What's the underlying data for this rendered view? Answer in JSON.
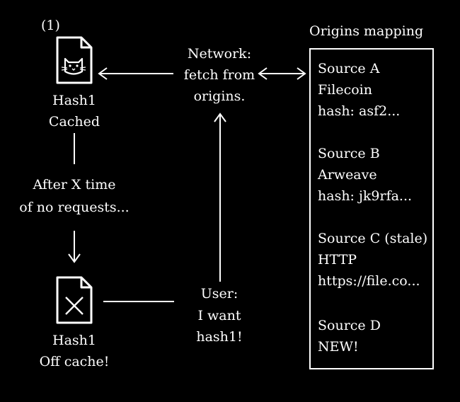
{
  "step_label": "(1)",
  "top_file": {
    "icon": "cat-file-icon",
    "name": "Hash1",
    "status": "Cached"
  },
  "transition": {
    "line1": "After X time",
    "line2": "of no requests..."
  },
  "bottom_file": {
    "icon": "x-file-icon",
    "name": "Hash1",
    "status": "Off cache!"
  },
  "network": {
    "line1": "Network:",
    "line2": "fetch from",
    "line3": "origins."
  },
  "user": {
    "line1": "User:",
    "line2": "I want",
    "line3": "hash1!"
  },
  "mapping": {
    "title": "Origins mapping",
    "sources": [
      {
        "name": "Source A",
        "type": "Filecoin",
        "detail": "hash: asf2..."
      },
      {
        "name": "Source B",
        "type": "Arweave",
        "detail": "hash: jk9rfa..."
      },
      {
        "name": "Source C (stale)",
        "type": "HTTP",
        "detail": "https://file.co..."
      },
      {
        "name": "Source D",
        "type": "NEW!",
        "detail": ""
      }
    ]
  }
}
